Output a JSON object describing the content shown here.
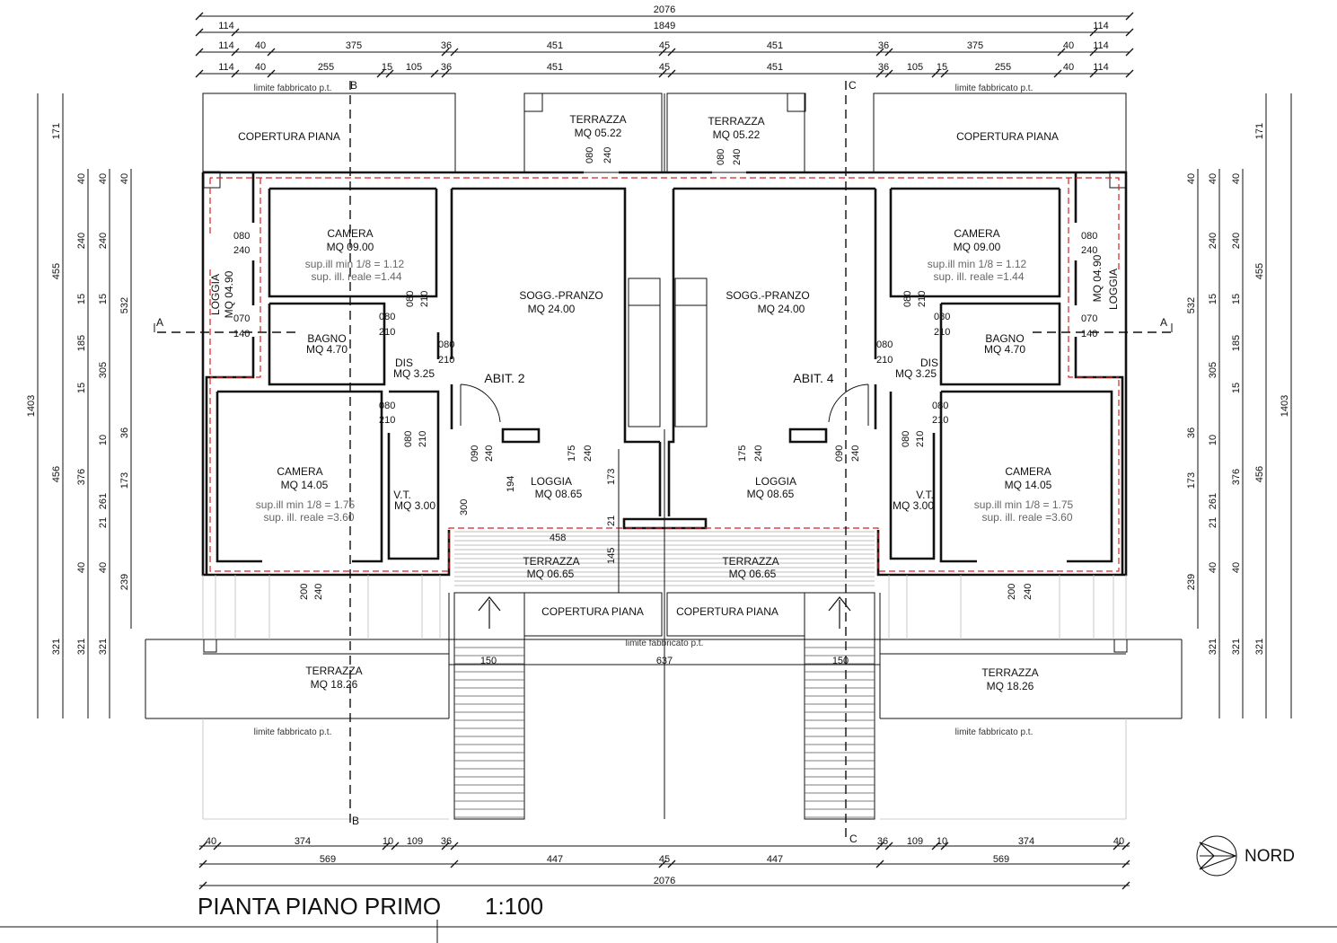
{
  "title": "PIANTA PIANO PRIMO",
  "scale": "1:100",
  "north_label": "NORD",
  "notes": {
    "limit": "limite fabbricato p.t."
  },
  "sections": {
    "a": "A",
    "b": "B",
    "c": "C"
  },
  "units": {
    "abit_2": "ABIT. 2",
    "abit_4": "ABIT. 4"
  },
  "rooms": {
    "copertura": "COPERTURA PIANA",
    "terrazza_top": {
      "name": "TERRAZZA",
      "area": "MQ 05.22"
    },
    "camera_small": {
      "name": "CAMERA",
      "area": "MQ 09.00",
      "sup_min": "sup.ill min 1/8 = 1.12",
      "sup_reale": "sup. ill. reale =1.44"
    },
    "loggia_side": {
      "name": "LOGGIA",
      "area": "MQ 04.90"
    },
    "bagno": {
      "name": "BAGNO",
      "area": "MQ 4.70"
    },
    "dis": {
      "name": "DIS",
      "area": "MQ 3.25"
    },
    "sogg": {
      "name": "SOGG.-PRANZO",
      "area": "MQ 24.00"
    },
    "camera_big": {
      "name": "CAMERA",
      "area": "MQ 14.05",
      "sup_min": "sup.ill min 1/8 = 1.75",
      "sup_reale": "sup. ill. reale =3.60"
    },
    "vt": {
      "name": "V.T.",
      "area": "MQ 3.00"
    },
    "loggia": {
      "name": "LOGGIA",
      "area": "MQ 08.65"
    },
    "terrazza_mid": {
      "name": "TERRAZZA",
      "area": "MQ 06.65"
    },
    "terrazza_bottom": {
      "name": "TERRAZZA",
      "area": "MQ 18.26"
    }
  },
  "dims_top": {
    "row1": [
      "2076"
    ],
    "row2": [
      "114",
      "1849",
      "114"
    ],
    "row3": [
      "114",
      "40",
      "375",
      "36",
      "451",
      "45",
      "451",
      "36",
      "375",
      "40",
      "114"
    ],
    "row4": [
      "114",
      "40",
      "255",
      "15",
      "105",
      "36",
      "451",
      "45",
      "451",
      "36",
      "105",
      "15",
      "255",
      "40",
      "114"
    ]
  },
  "dims_bottom": {
    "row1": [
      "40",
      "374",
      "10",
      "109",
      "36",
      "36",
      "109",
      "10",
      "374",
      "40"
    ],
    "row2": [
      "569",
      "447",
      "45",
      "447",
      "569"
    ],
    "row3": [
      "2076"
    ]
  },
  "dims_left": {
    "outer": [
      "1403"
    ],
    "col2": [
      "171",
      "455",
      "456",
      "321"
    ],
    "col3": [
      "40",
      "240",
      "15",
      "185",
      "15",
      "376",
      "40",
      "239",
      "321"
    ],
    "col4": [
      "40",
      "240",
      "15",
      "305",
      "10",
      "261",
      "21",
      "40",
      "321"
    ],
    "col5": [
      "40",
      "532",
      "36",
      "173"
    ]
  },
  "dims_right": {
    "outer": [
      "1403"
    ],
    "col2": [
      "171",
      "455",
      "456",
      "321"
    ],
    "col3": [
      "40",
      "240",
      "15",
      "185",
      "15",
      "376",
      "40",
      "239",
      "321"
    ],
    "col4": [
      "40",
      "240",
      "15",
      "305",
      "10",
      "261",
      "21",
      "40",
      "321"
    ],
    "col5": [
      "40",
      "532",
      "36",
      "173"
    ]
  },
  "inner_dims": {
    "d080": "080",
    "d240": "240",
    "d070": "070",
    "d140": "140",
    "d210": "210",
    "d090": "090",
    "d175": "175",
    "d194": "194",
    "d173": "173",
    "d300": "300",
    "d458": "458",
    "d145": "145",
    "d21": "21",
    "d200": "200",
    "d150": "150",
    "d637": "637"
  },
  "colors": {
    "line": "#111111",
    "insulation_dashed": "#dd2222",
    "light_text": "#666666"
  }
}
